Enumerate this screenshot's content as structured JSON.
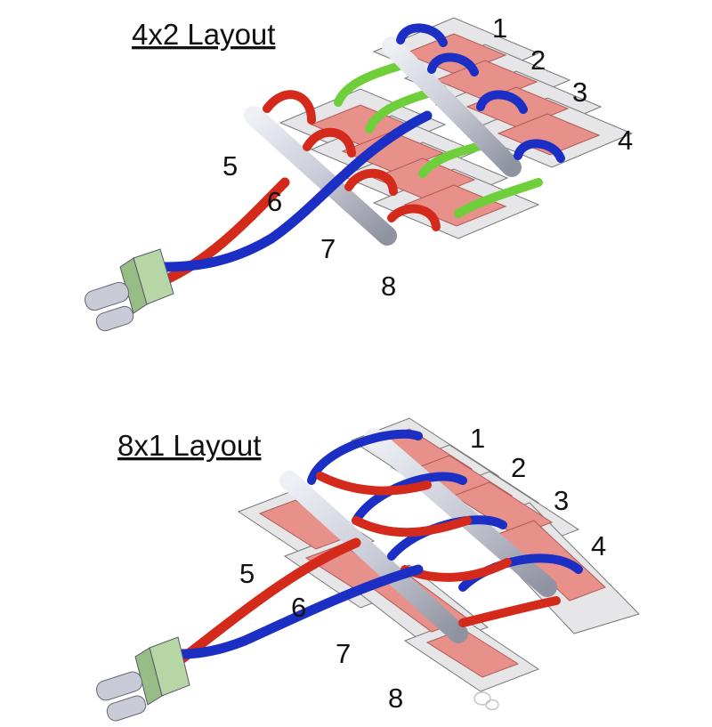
{
  "panels": [
    {
      "title": "4x2 Layout",
      "labels": [
        "1",
        "2",
        "3",
        "4",
        "5",
        "6",
        "7",
        "8"
      ]
    },
    {
      "title": "8x1 Layout",
      "labels": [
        "1",
        "2",
        "3",
        "4",
        "5",
        "6",
        "7",
        "8"
      ]
    }
  ],
  "colors": {
    "hot_hose": "#d42a1c",
    "cold_hose": "#1c2fc4",
    "jumper_hose": "#6fcf3a",
    "manifold": "#c9cbd6",
    "cold_plate": "#e8908a",
    "base_plate": "#e6e6e9",
    "connector_block": "#b7d6a6"
  },
  "icons": [
    "wechat-watermark-icon"
  ]
}
